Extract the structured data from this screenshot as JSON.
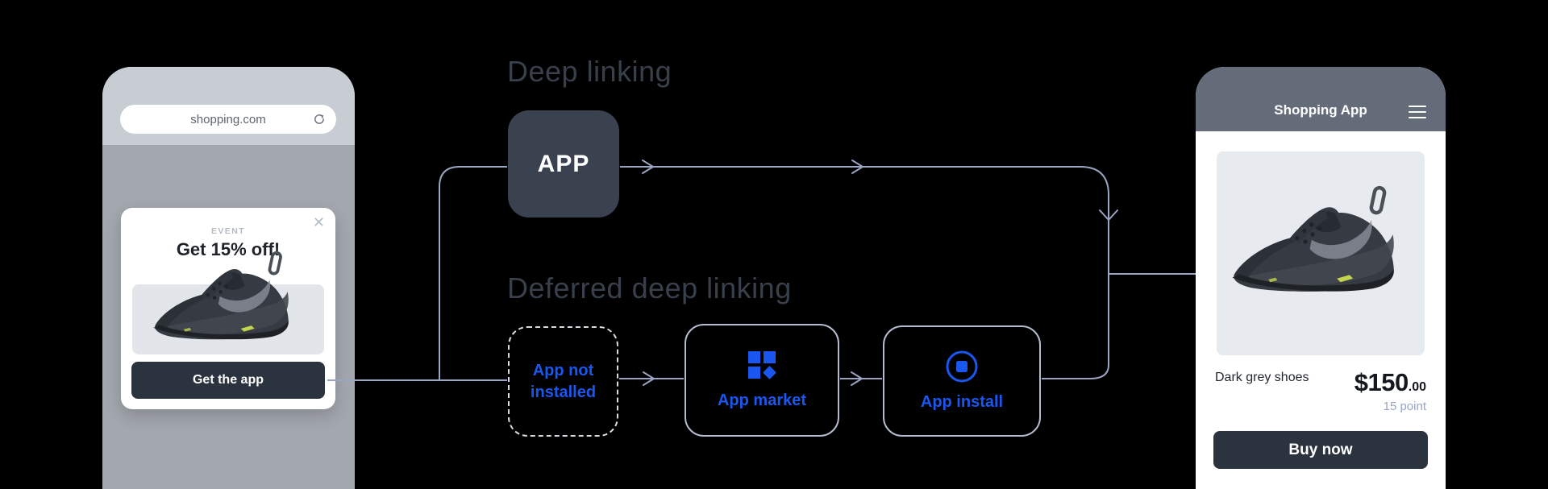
{
  "colors": {
    "background": "#000000",
    "accent_blue": "#1a56f0",
    "connector": "#9aa5c2",
    "dark_button": "#2b333e",
    "diagram_title": "#38404c"
  },
  "left_phone": {
    "url_bar": {
      "url": "shopping.com",
      "reload_icon": "reload"
    },
    "popup": {
      "eyebrow": "EVENT",
      "title": "Get 15% off!",
      "close_icon": "✕",
      "cta_label": "Get the app"
    }
  },
  "diagram": {
    "sections": [
      {
        "title": "Deep linking"
      },
      {
        "title": "Deferred deep linking"
      }
    ],
    "nodes": {
      "app": {
        "label": "APP"
      },
      "app_not_installed": {
        "label": "App not installed"
      },
      "app_market": {
        "label": "App market",
        "icon": "app-grid"
      },
      "app_install": {
        "label": "App install",
        "icon": "record-circle"
      }
    }
  },
  "right_phone": {
    "header": {
      "title": "Shopping App",
      "menu_icon": "hamburger"
    },
    "product": {
      "name": "Dark grey shoes",
      "price_dollars": "$150",
      "price_cents": ".00",
      "points": "15 point"
    },
    "cta_label": "Buy now"
  }
}
